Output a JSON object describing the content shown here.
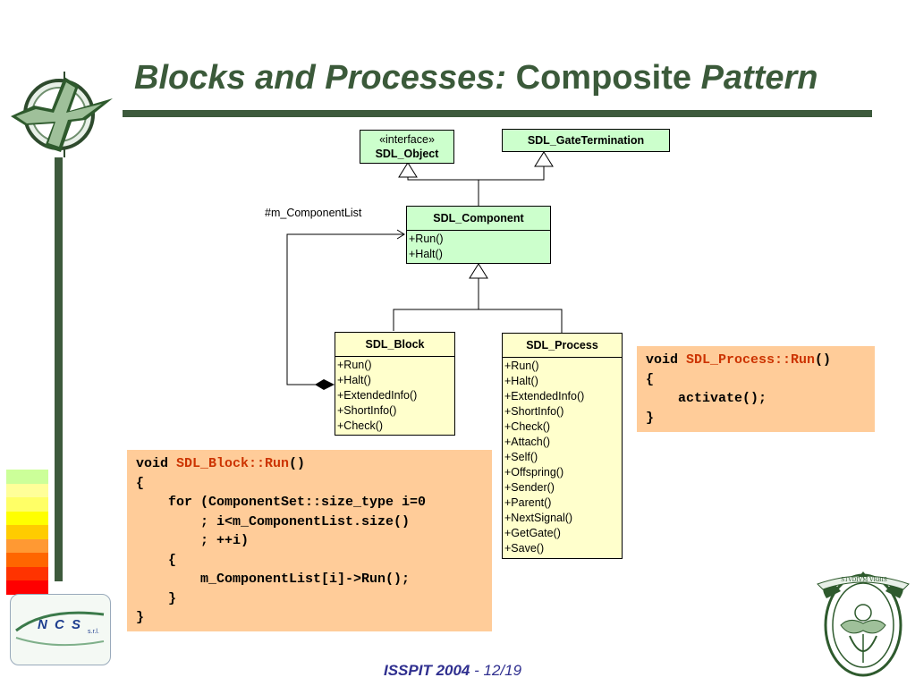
{
  "title": {
    "part1": "Blocks and Processes:",
    "part2": "Composite",
    "part3": "Pattern"
  },
  "colors": {
    "accent": "#3d5a3c",
    "title": "#3b5a3a",
    "uml_green": "#ccffcc",
    "uml_yellow": "#ffffcc",
    "code_bg": "#ffcc99",
    "code_red": "#cc3300",
    "footer": "#2f2f8f",
    "bars": [
      "#ccff99",
      "#ffff99",
      "#ffff66",
      "#ffff00",
      "#ffcc00",
      "#ff9933",
      "#ff6600",
      "#ff3300",
      "#ff0000"
    ]
  },
  "uml": {
    "sdl_object": {
      "stereotype": "«interface»",
      "name": "SDL_Object"
    },
    "gate_termination": {
      "name": "SDL_GateTermination"
    },
    "component": {
      "name": "SDL_Component",
      "ops": [
        "+Run()",
        "+Halt()"
      ]
    },
    "block": {
      "name": "SDL_Block",
      "ops": [
        "+Run()",
        "+Halt()",
        "+ExtendedInfo()",
        "+ShortInfo()",
        "+Check()"
      ]
    },
    "process": {
      "name": "SDL_Process",
      "ops": [
        "+Run()",
        "+Halt()",
        "+ExtendedInfo()",
        "+ShortInfo()",
        "+Check()",
        "+Attach()",
        "+Self()",
        "+Offspring()",
        "+Sender()",
        "+Parent()",
        "+NextSignal()",
        "+GetGate()",
        "+Save()"
      ]
    },
    "association_label": "#m_ComponentList"
  },
  "code_process": {
    "l1_kw": "void ",
    "l1_fn": "SDL_Process::Run",
    "l1_end": "()",
    "l2": "{",
    "l3": "    activate();",
    "l4": "}"
  },
  "code_block": {
    "l1_kw": "void ",
    "l1_fn": "SDL_Block::Run",
    "l1_end": "()",
    "l2": "{",
    "l3": "    for (ComponentSet::size_type i=0",
    "l4": "        ; i<m_ComponentList.size()",
    "l5": "        ; ++i)",
    "l6": "    {",
    "l7": "        m_ComponentList[i]->Run();",
    "l8": "    }",
    "l9": "}"
  },
  "footer": {
    "event": "ISSPIT 2004",
    "sep": " - ",
    "page": "12",
    "slash": "/",
    "total": "19"
  },
  "logo_ncs": {
    "letters": "N C S",
    "suffix": "s.r.l."
  },
  "seal": {
    "motto": "STVDIVM VRBIS"
  }
}
